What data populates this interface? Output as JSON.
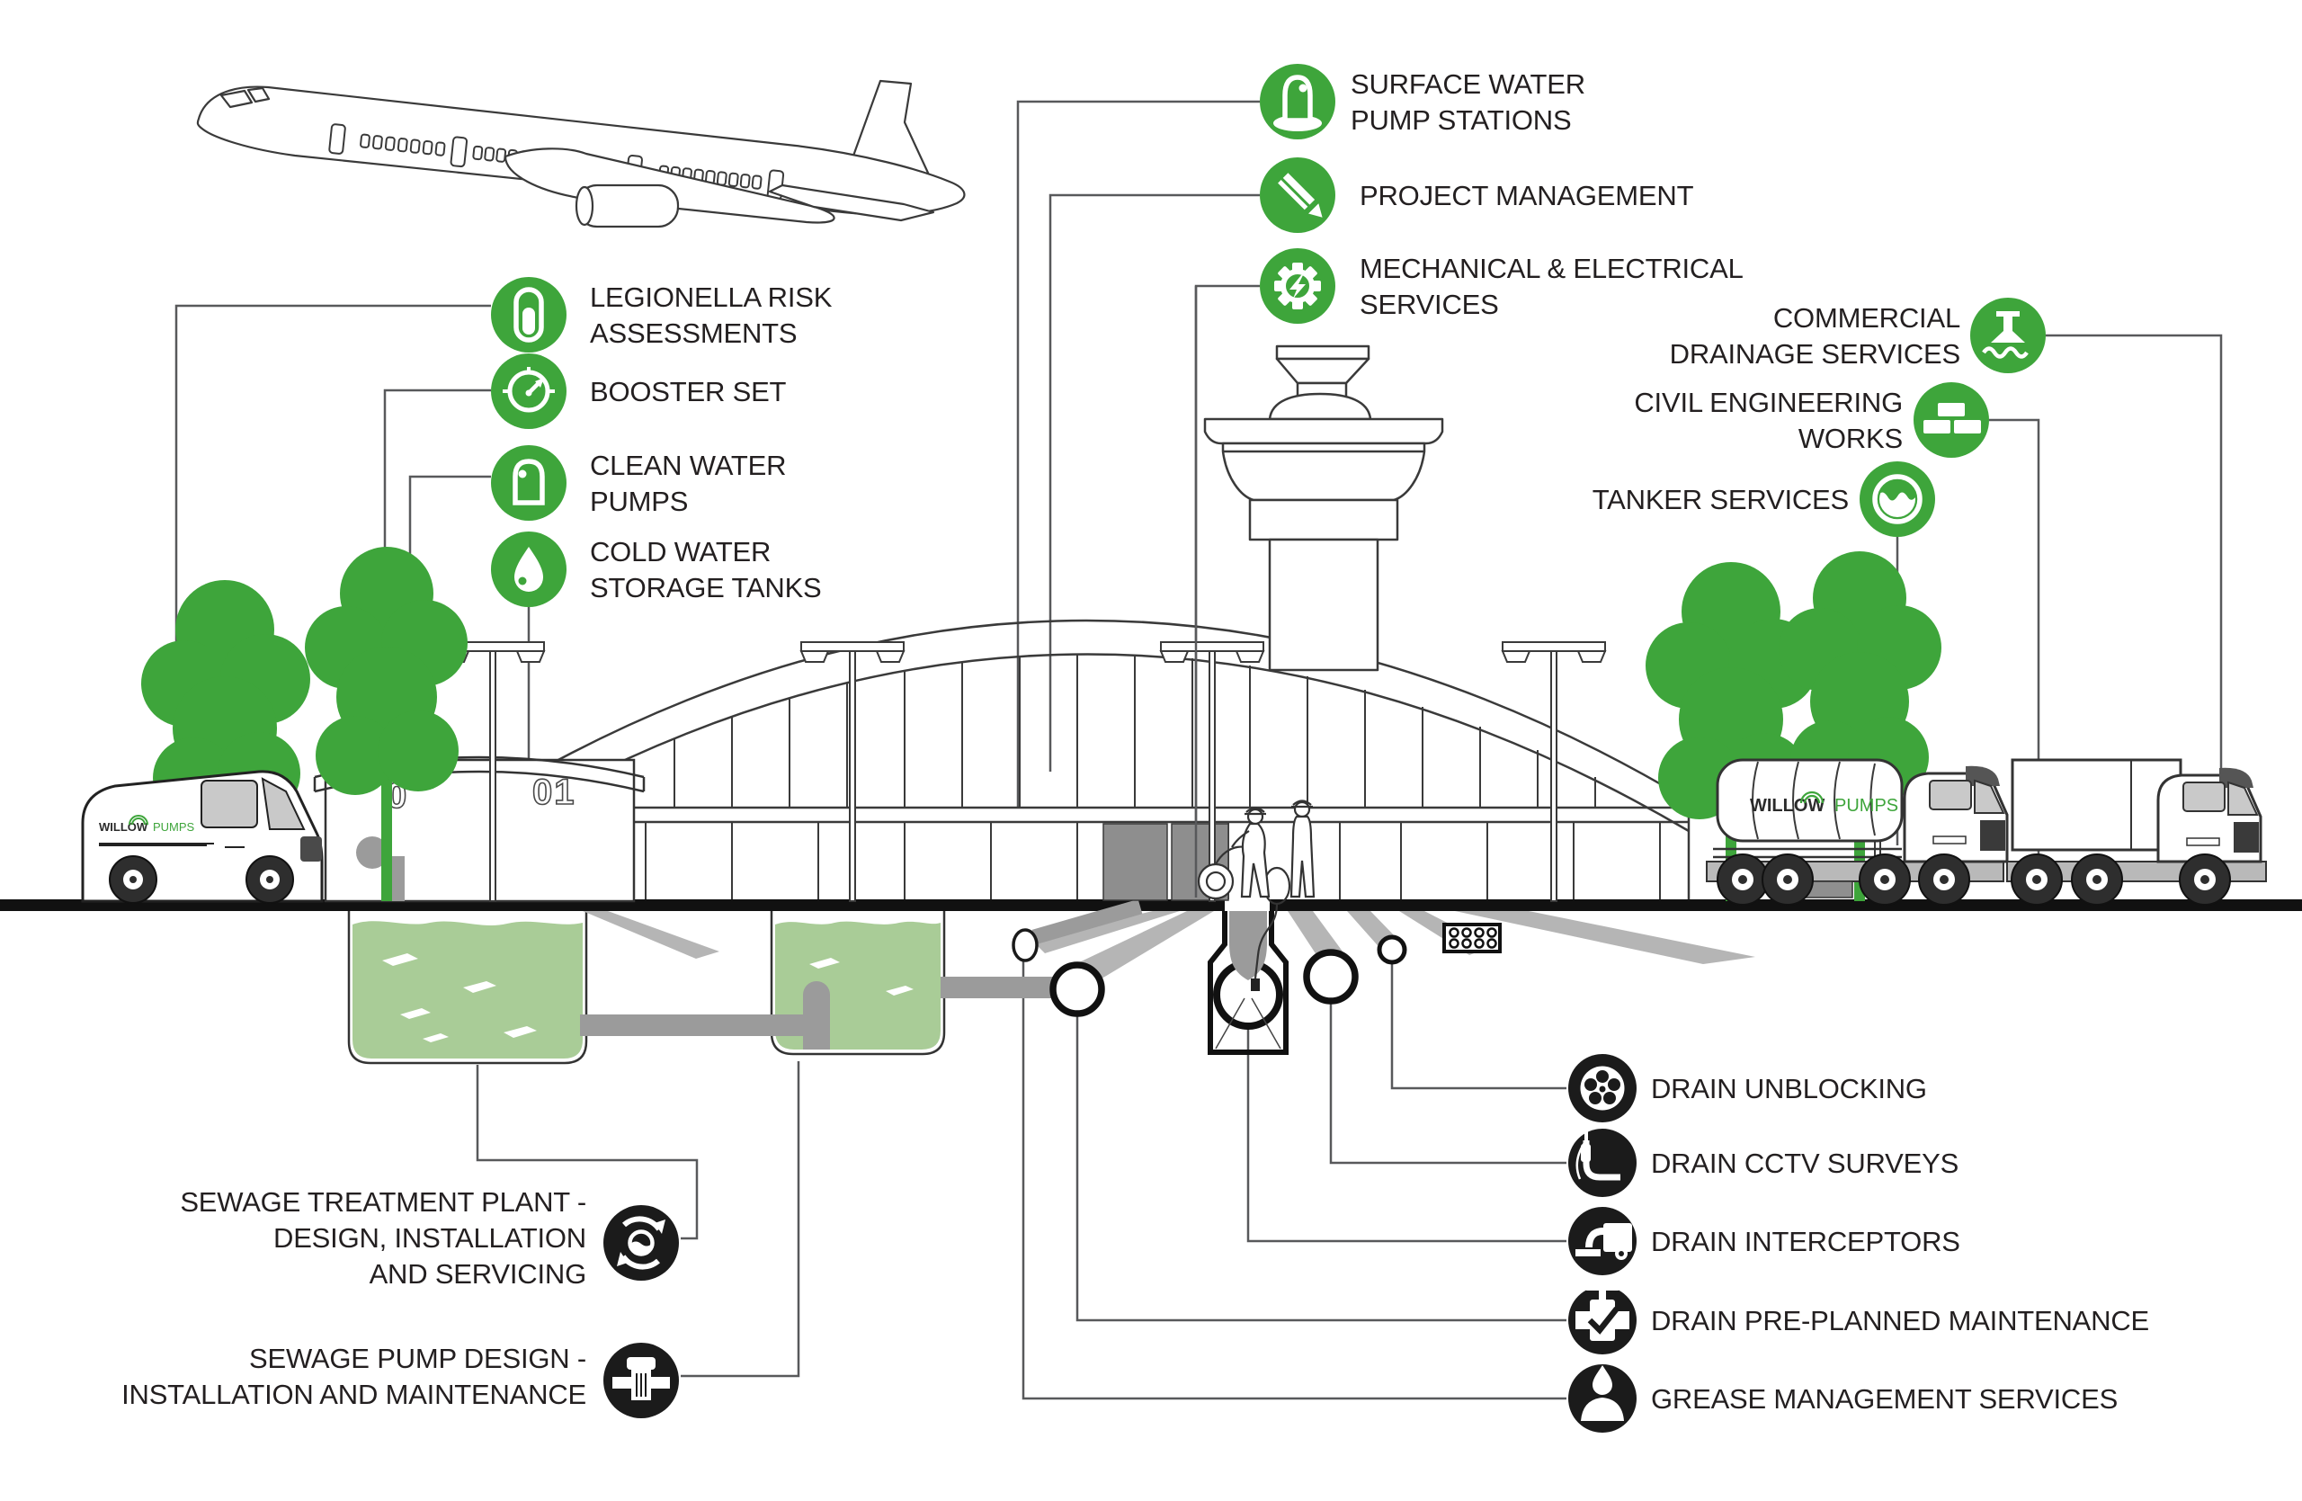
{
  "brand": {
    "word1": "WILLOW",
    "word2": "PUMPS"
  },
  "colors": {
    "green": "#3EA53B",
    "light_green": "#A9CC97",
    "pipe_gray": "#9B9B9B",
    "band_gray": "#B5B5B5",
    "icon_black": "#1B1B1B",
    "text": "#231F20",
    "leader_line": "#58595B"
  },
  "services": {
    "top": [
      {
        "id": "surface-water-pump-stations",
        "icon": "pump-station-icon",
        "lines": [
          "SURFACE WATER",
          "PUMP STATIONS"
        ]
      },
      {
        "id": "project-management",
        "icon": "pencil-icon",
        "lines": [
          "PROJECT MANAGEMENT"
        ]
      },
      {
        "id": "mechanical-electrical-services",
        "icon": "gear-bolt-icon",
        "lines": [
          "MECHANICAL & ELECTRICAL",
          "SERVICES"
        ]
      }
    ],
    "left": [
      {
        "id": "legionella-risk-assessments",
        "icon": "test-tube-icon",
        "lines": [
          "LEGIONELLA RISK",
          "ASSESSMENTS"
        ]
      },
      {
        "id": "booster-set",
        "icon": "gauge-icon",
        "lines": [
          "BOOSTER SET"
        ]
      },
      {
        "id": "clean-water-pumps",
        "icon": "pump-icon",
        "lines": [
          "CLEAN WATER",
          "PUMPS"
        ]
      },
      {
        "id": "cold-water-storage-tanks",
        "icon": "water-drop-icon",
        "lines": [
          "COLD WATER",
          "STORAGE TANKS"
        ]
      }
    ],
    "right": [
      {
        "id": "commercial-drainage-services",
        "icon": "drainage-gully-icon",
        "lines": [
          "COMMERCIAL",
          "DRAINAGE SERVICES"
        ]
      },
      {
        "id": "civil-engineering-works",
        "icon": "bricks-icon",
        "lines": [
          "CIVIL ENGINEERING",
          "WORKS"
        ]
      },
      {
        "id": "tanker-services",
        "icon": "tanker-waves-icon",
        "lines": [
          "TANKER SERVICES"
        ]
      }
    ],
    "bottom_left": [
      {
        "id": "sewage-treatment-plant",
        "icon": "recycle-tank-icon",
        "lines": [
          "SEWAGE TREATMENT PLANT -",
          "DESIGN, INSTALLATION",
          "AND SERVICING"
        ]
      },
      {
        "id": "sewage-pump-design",
        "icon": "sewage-pump-icon",
        "lines": [
          "SEWAGE PUMP DESIGN -",
          "INSTALLATION AND MAINTENANCE"
        ]
      }
    ],
    "bottom_right": [
      {
        "id": "drain-unblocking",
        "icon": "rodding-wheel-icon",
        "lines": [
          "DRAIN UNBLOCKING"
        ]
      },
      {
        "id": "drain-cctv-surveys",
        "icon": "cctv-pipe-icon",
        "lines": [
          "DRAIN CCTV SURVEYS"
        ]
      },
      {
        "id": "drain-interceptors",
        "icon": "interceptor-truck-icon",
        "lines": [
          "DRAIN INTERCEPTORS"
        ]
      },
      {
        "id": "drain-pre-planned-maintenance",
        "icon": "valve-check-icon",
        "lines": [
          "DRAIN PRE-PLANNED MAINTENANCE"
        ]
      },
      {
        "id": "grease-management-services",
        "icon": "grease-trap-icon",
        "lines": [
          "GREASE MANAGEMENT SERVICES"
        ]
      }
    ]
  },
  "scene": {
    "storage_tank_labels": [
      "0",
      "01"
    ]
  }
}
